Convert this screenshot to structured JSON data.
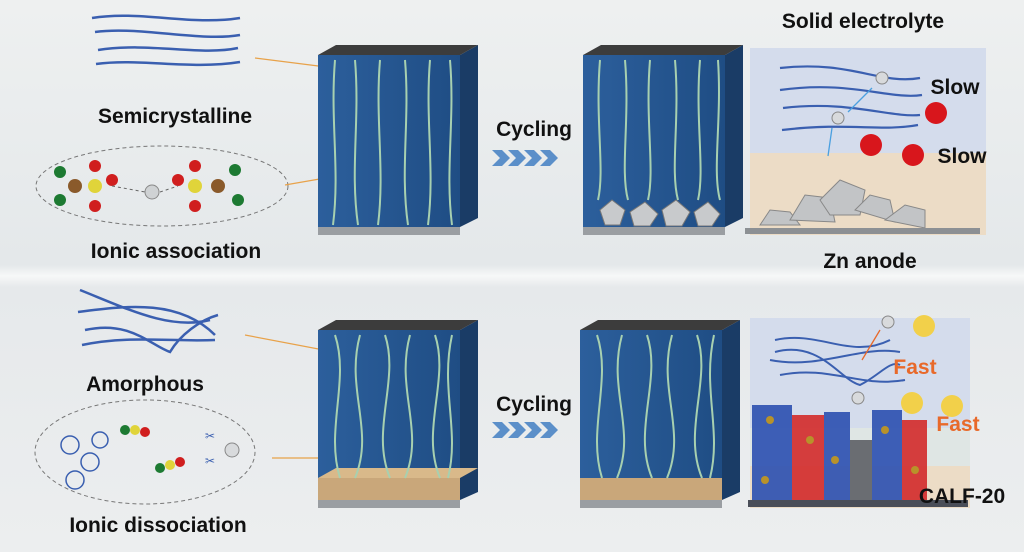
{
  "top_row": {
    "morphology": "Semicrystalline",
    "ion_state": "Ionic association",
    "process": "Cycling",
    "panel_title": "Solid electrolyte",
    "rate_1": "Slow",
    "rate_2": "Slow",
    "anode": "Zn anode"
  },
  "bottom_row": {
    "morphology": "Amorphous",
    "ion_state": "Ionic dissociation",
    "process": "Cycling",
    "rate_1": "Fast",
    "rate_2": "Fast",
    "mof": "CALF-20"
  },
  "colors": {
    "polymer": "#3a5fb0",
    "electrolyte_box": "#2a5a94",
    "chevron": "#5b8fc9",
    "sad": "#d8161c",
    "happy": "#f2d04a",
    "fast_text": "#e8692a"
  }
}
